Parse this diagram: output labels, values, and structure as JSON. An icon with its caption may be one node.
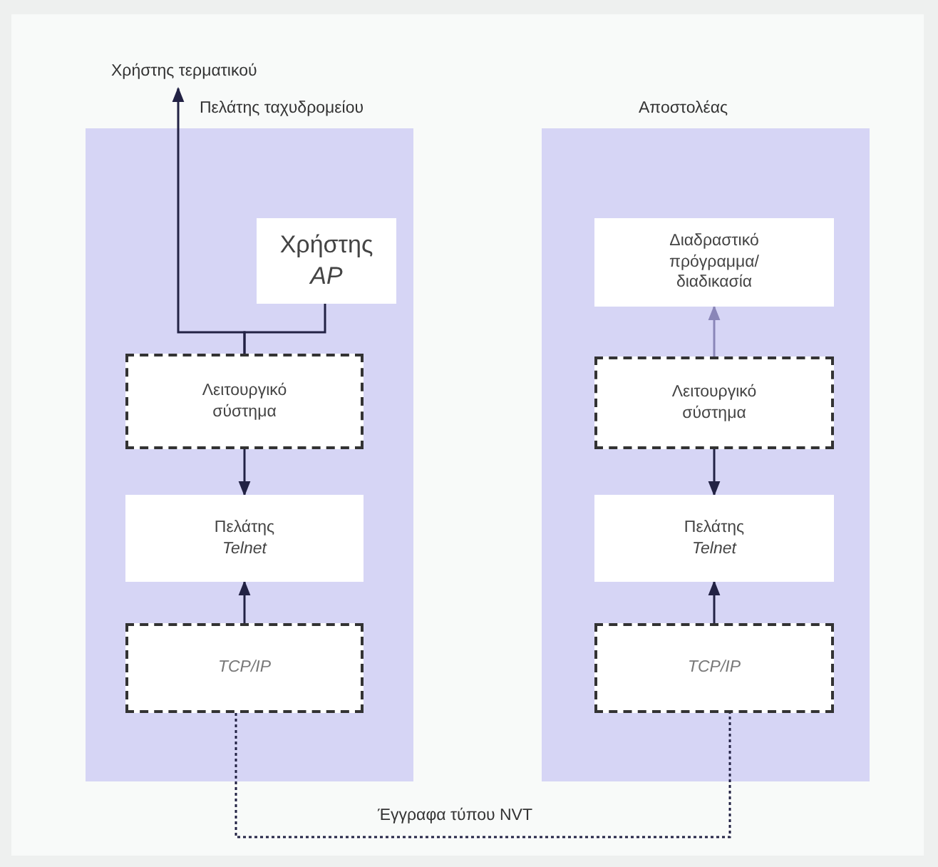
{
  "diagram": {
    "nodes": [
      {
        "text": [
          "Πελάτης ταχυδρομείου"
        ]
      },
      {
        "text": [
          "Χρήστης *AP*"
        ],
        "in": 0
      },
      {
        "text": [
          "Λειτουργικό σύστημα"
        ],
        "in": 0
      },
      {
        "text": [
          "Πελάτης *Telnet*"
        ],
        "in": 0
      },
      {
        "text": [
          "TCP/IP"
        ],
        "in": 0
      },
      {
        "text": [
          "Αποστολέας"
        ]
      },
      {
        "text": [
          "Διαδραστικό πρόγραμμα/ διαδικασία"
        ],
        "in": 5
      },
      {
        "text": [
          "Λειτουργικό σύστημα"
        ],
        "in": 5
      },
      {
        "text": [
          "Πελάτης *Telnet*"
        ],
        "in": 5
      },
      {
        "text": [
          "TCP/IP"
        ],
        "in": 5
      },
      {
        "text": [
          "Χρήστης τερματικού"
        ]
      }
    ],
    "edges": [
      {
        "from": 2,
        "to": 10,
        "arrow": "to"
      },
      {
        "from": 2,
        "to": 1,
        "arrow": "none"
      },
      {
        "from": 2,
        "to": 3,
        "arrow": "to"
      },
      {
        "from": 4,
        "to": 3,
        "arrow": "to"
      },
      {
        "from": 7,
        "to": 6,
        "arrow": "to",
        "color": "#8a86b8"
      },
      {
        "from": 7,
        "to": 8,
        "arrow": "to"
      },
      {
        "from": 9,
        "to": 8,
        "arrow": "to"
      },
      {
        "from": 4,
        "to": 9,
        "arrow": "none",
        "label": "Έγγραφα τύπου NVT",
        "style": "dashed"
      }
    ]
  }
}
